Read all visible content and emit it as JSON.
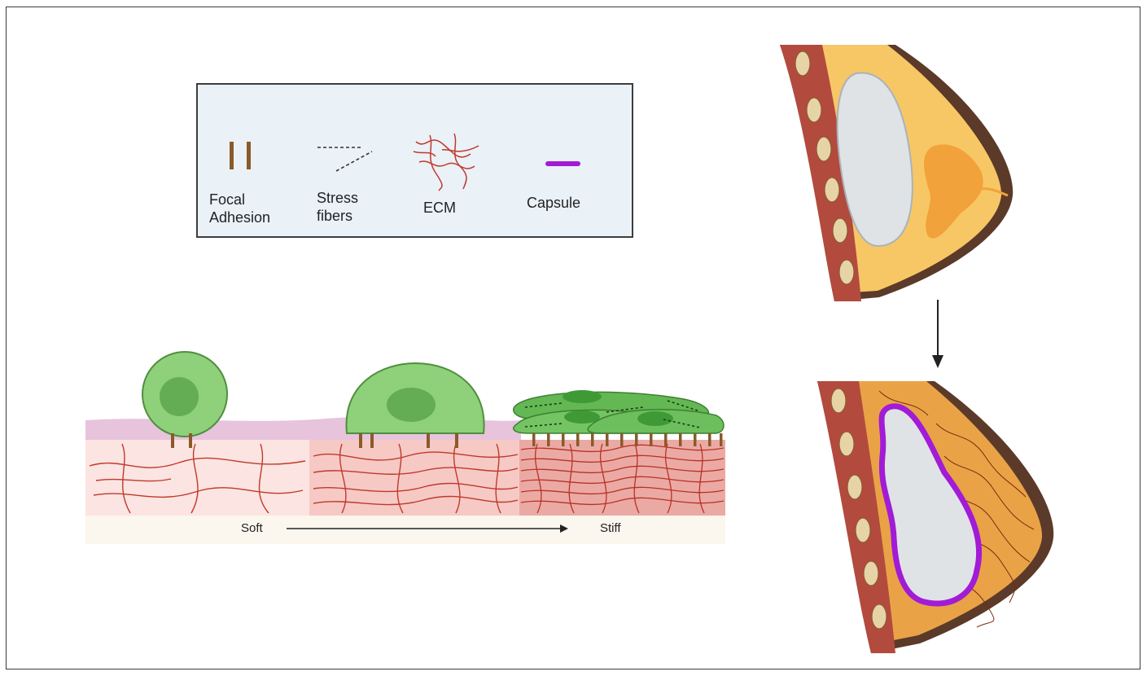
{
  "legend": {
    "items": [
      {
        "label": "Focal\nAdhesion",
        "icon": "focal-adhesion-icon"
      },
      {
        "label": "Stress\nfibers",
        "icon": "stress-fibers-icon"
      },
      {
        "label": "ECM",
        "icon": "ecm-icon"
      },
      {
        "label": "Capsule",
        "icon": "capsule-icon"
      }
    ]
  },
  "stiffness_axis": {
    "start_label": "Soft",
    "end_label": "Stiff"
  },
  "colors": {
    "cell_fill": "#8fd07a",
    "cell_stroke": "#4f8f3e",
    "focal_adhesion": "#8a5a2b",
    "ecm_fiber": "#c0392b",
    "capsule": "#a21bd6",
    "implant": "#dfe3e6",
    "muscle": "#b34a3e",
    "fat": "#f7c766",
    "skin": "#5b3a29"
  }
}
